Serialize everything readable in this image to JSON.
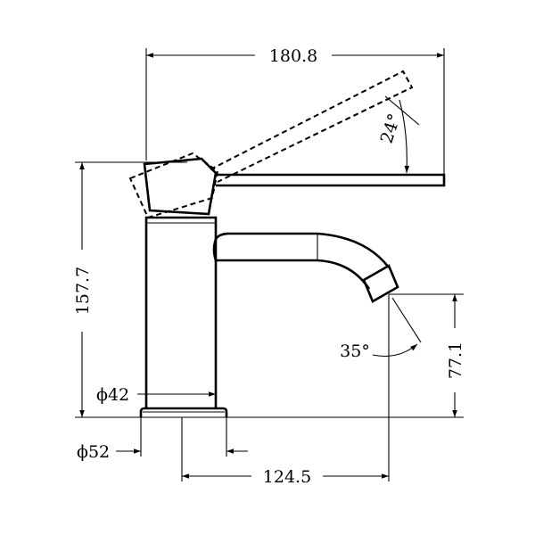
{
  "drawing": {
    "dimensions": {
      "overall_width": "180.8",
      "lever_angle": "24°",
      "overall_height": "157.7",
      "spout_height": "77.1",
      "spout_angle": "35°",
      "body_diameter": "ϕ42",
      "base_diameter": "ϕ52",
      "spout_reach": "124.5"
    }
  }
}
